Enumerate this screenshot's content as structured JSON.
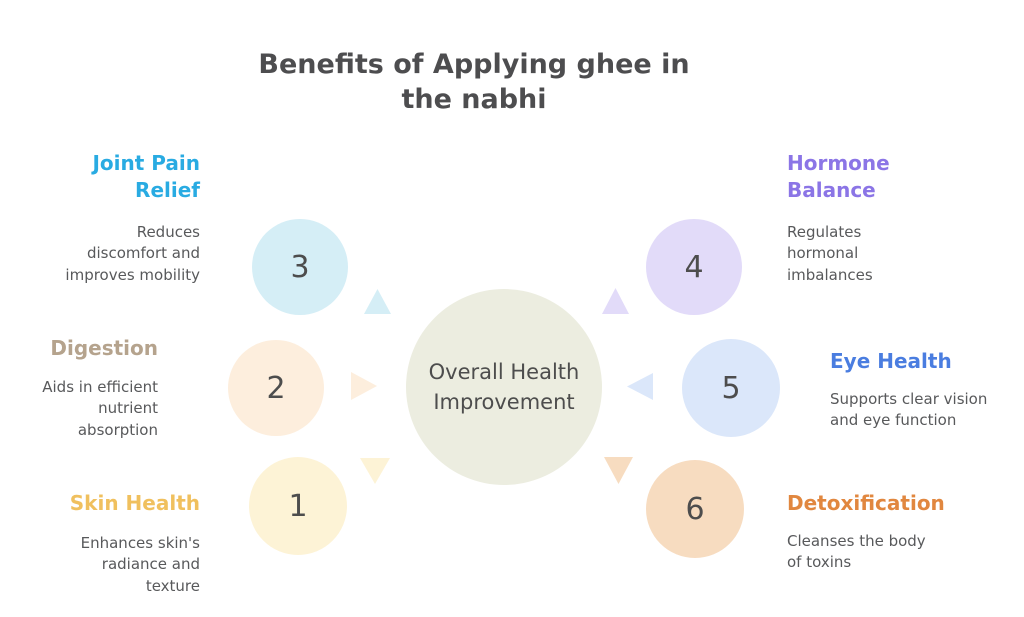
{
  "title": {
    "line1": "Benefits of Applying ghee in",
    "line2": "the nabhi"
  },
  "center": {
    "label": "Overall Health Improvement",
    "shape_color": "#ecede0"
  },
  "items": [
    {
      "number": "1",
      "heading": "Skin Health",
      "description": "Enhances skin's radiance and texture",
      "heading_color": "#f0c05e",
      "shape_color": "#fdf3d6"
    },
    {
      "number": "2",
      "heading": "Digestion",
      "description": "Aids in efficient nutrient absorption",
      "heading_color": "#b5a38d",
      "shape_color": "#fdeedd"
    },
    {
      "number": "3",
      "heading": "Joint Pain Relief",
      "description": "Reduces discomfort and improves mobility",
      "heading_color": "#29abe2",
      "shape_color": "#d5eef6"
    },
    {
      "number": "4",
      "heading": "Hormone Balance",
      "description": "Regulates hormonal imbalances",
      "heading_color": "#8b75e6",
      "shape_color": "#e2dbf9"
    },
    {
      "number": "5",
      "heading": "Eye Health",
      "description": "Supports clear vision and eye function",
      "heading_color": "#4a7de0",
      "shape_color": "#dbe7fa"
    },
    {
      "number": "6",
      "heading": "Detoxification",
      "description": "Cleanses the body of toxins",
      "heading_color": "#e1873f",
      "shape_color": "#f7dcc0"
    }
  ]
}
